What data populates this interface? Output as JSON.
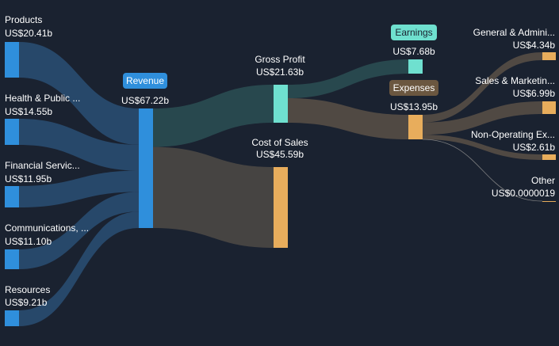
{
  "chart_data": {
    "type": "sankey",
    "unit": "US$",
    "colors": {
      "background": "#1a2230",
      "revenue_node": "#2f8fdc",
      "gross_profit_node": "#6fe0cf",
      "cost_node": "#e8ad5c",
      "earnings_node": "#6fe0cf",
      "expenses_node": "#e8ad5c",
      "source_link": "#2a4f74",
      "profit_link": "#2c4f53",
      "cost_link": "#4f4a45",
      "expense_link": "#5a5047",
      "revenue_pill": "#2f8fdc",
      "earnings_pill": "#6fe0cf",
      "expenses_pill": "#6b5740"
    },
    "nodes": [
      {
        "id": "products",
        "name": "Products",
        "value_label": "US$20.41b",
        "value": 20.41
      },
      {
        "id": "health",
        "name": "Health & Public ...",
        "value_label": "US$14.55b",
        "value": 14.55
      },
      {
        "id": "financial",
        "name": "Financial Servic...",
        "value_label": "US$11.95b",
        "value": 11.95
      },
      {
        "id": "communications",
        "name": "Communications, ...",
        "value_label": "US$11.10b",
        "value": 11.1
      },
      {
        "id": "resources",
        "name": "Resources",
        "value_label": "US$9.21b",
        "value": 9.21
      },
      {
        "id": "revenue",
        "name": "Revenue",
        "value_label": "US$67.22b",
        "value": 67.22
      },
      {
        "id": "gross_profit",
        "name": "Gross Profit",
        "value_label": "US$21.63b",
        "value": 21.63
      },
      {
        "id": "cost_of_sales",
        "name": "Cost of Sales",
        "value_label": "US$45.59b",
        "value": 45.59
      },
      {
        "id": "earnings",
        "name": "Earnings",
        "value_label": "US$7.68b",
        "value": 7.68
      },
      {
        "id": "expenses",
        "name": "Expenses",
        "value_label": "US$13.95b",
        "value": 13.95
      },
      {
        "id": "ga",
        "name": "General & Admini...",
        "value_label": "US$4.34b",
        "value": 4.34
      },
      {
        "id": "sm",
        "name": "Sales & Marketin...",
        "value_label": "US$6.99b",
        "value": 6.99
      },
      {
        "id": "nonop",
        "name": "Non-Operating Ex...",
        "value_label": "US$2.61b",
        "value": 2.61
      },
      {
        "id": "other",
        "name": "Other",
        "value_label": "US$0.0000019",
        "value": 1.9e-06
      }
    ],
    "links": [
      {
        "source": "products",
        "target": "revenue",
        "value": 20.41
      },
      {
        "source": "health",
        "target": "revenue",
        "value": 14.55
      },
      {
        "source": "financial",
        "target": "revenue",
        "value": 11.95
      },
      {
        "source": "communications",
        "target": "revenue",
        "value": 11.1
      },
      {
        "source": "resources",
        "target": "revenue",
        "value": 9.21
      },
      {
        "source": "revenue",
        "target": "gross_profit",
        "value": 21.63
      },
      {
        "source": "revenue",
        "target": "cost_of_sales",
        "value": 45.59
      },
      {
        "source": "gross_profit",
        "target": "earnings",
        "value": 7.68
      },
      {
        "source": "gross_profit",
        "target": "expenses",
        "value": 13.95
      },
      {
        "source": "expenses",
        "target": "ga",
        "value": 4.34
      },
      {
        "source": "expenses",
        "target": "sm",
        "value": 6.99
      },
      {
        "source": "expenses",
        "target": "nonop",
        "value": 2.61
      },
      {
        "source": "expenses",
        "target": "other",
        "value": 1.9e-06
      }
    ]
  }
}
